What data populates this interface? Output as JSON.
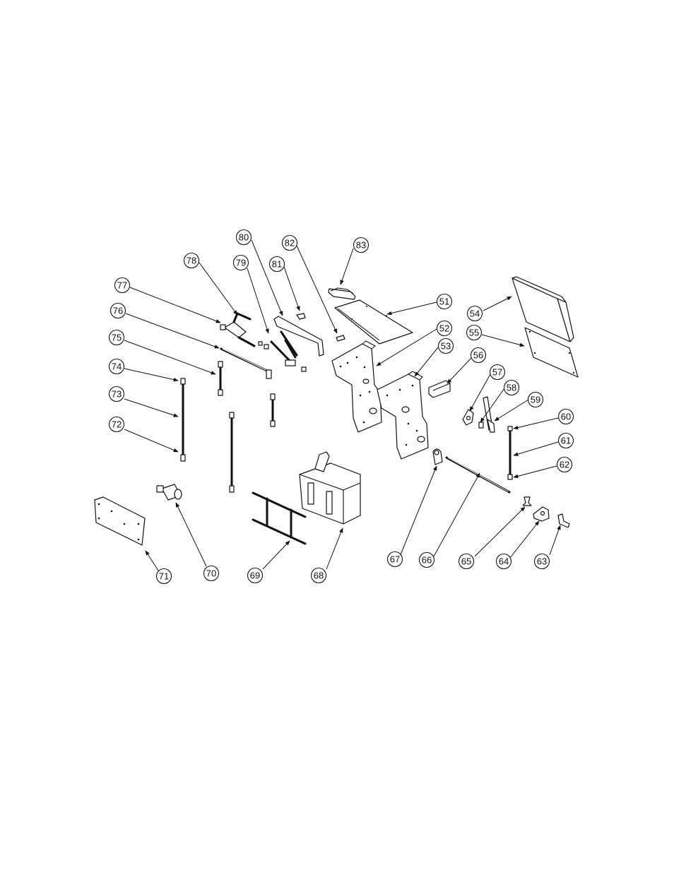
{
  "callouts": [
    {
      "id": "51"
    },
    {
      "id": "52"
    },
    {
      "id": "53"
    },
    {
      "id": "54"
    },
    {
      "id": "55"
    },
    {
      "id": "56"
    },
    {
      "id": "57"
    },
    {
      "id": "58"
    },
    {
      "id": "59"
    },
    {
      "id": "60"
    },
    {
      "id": "61"
    },
    {
      "id": "62"
    },
    {
      "id": "63"
    },
    {
      "id": "64"
    },
    {
      "id": "65"
    },
    {
      "id": "66"
    },
    {
      "id": "67"
    },
    {
      "id": "68"
    },
    {
      "id": "69"
    },
    {
      "id": "70"
    },
    {
      "id": "71"
    },
    {
      "id": "72"
    },
    {
      "id": "73"
    },
    {
      "id": "74"
    },
    {
      "id": "75"
    },
    {
      "id": "76"
    },
    {
      "id": "77"
    },
    {
      "id": "78"
    },
    {
      "id": "79"
    },
    {
      "id": "80"
    },
    {
      "id": "81"
    },
    {
      "id": "82"
    },
    {
      "id": "83"
    }
  ]
}
